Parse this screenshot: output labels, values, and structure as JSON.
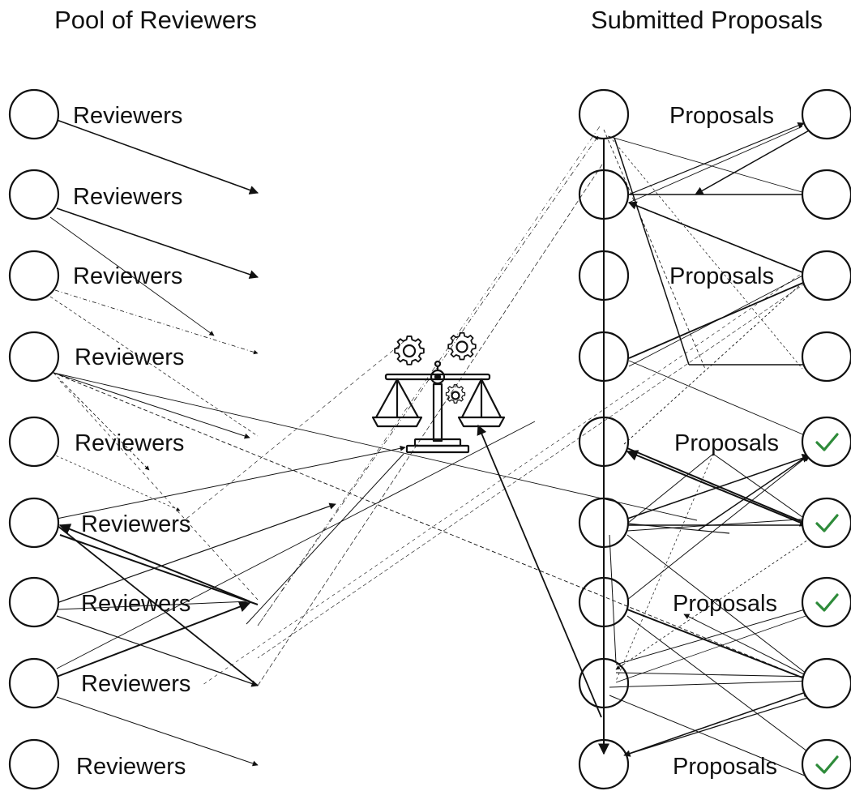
{
  "diagram": {
    "left_title": "Pool of Reviewers",
    "right_title": "Submitted Proposals",
    "reviewer_label": "Reviewers",
    "proposal_label": "Proposals",
    "reviewers": [
      "Reviewers",
      "Reviewers",
      "Reviewers",
      "Reviewers",
      "Reviewers",
      "Reviewers",
      "Reviewers",
      "Reviewers",
      "Reviewers"
    ],
    "middle_proposals": [
      "Proposals",
      "",
      "Proposals",
      "",
      "Proposals",
      "",
      "Proposals",
      "",
      "Proposals"
    ],
    "right_nodes": [
      {
        "checked": false
      },
      {
        "checked": false
      },
      {
        "checked": false
      },
      {
        "checked": false
      },
      {
        "checked": true
      },
      {
        "checked": true
      },
      {
        "checked": true
      },
      {
        "checked": false
      },
      {
        "checked": true
      }
    ],
    "center_icon": "scales-with-gears-icon",
    "check_icon": "green-checkmark-icon",
    "colors": {
      "line": "#111111",
      "check": "#2e8b3a",
      "background": "#ffffff"
    }
  }
}
